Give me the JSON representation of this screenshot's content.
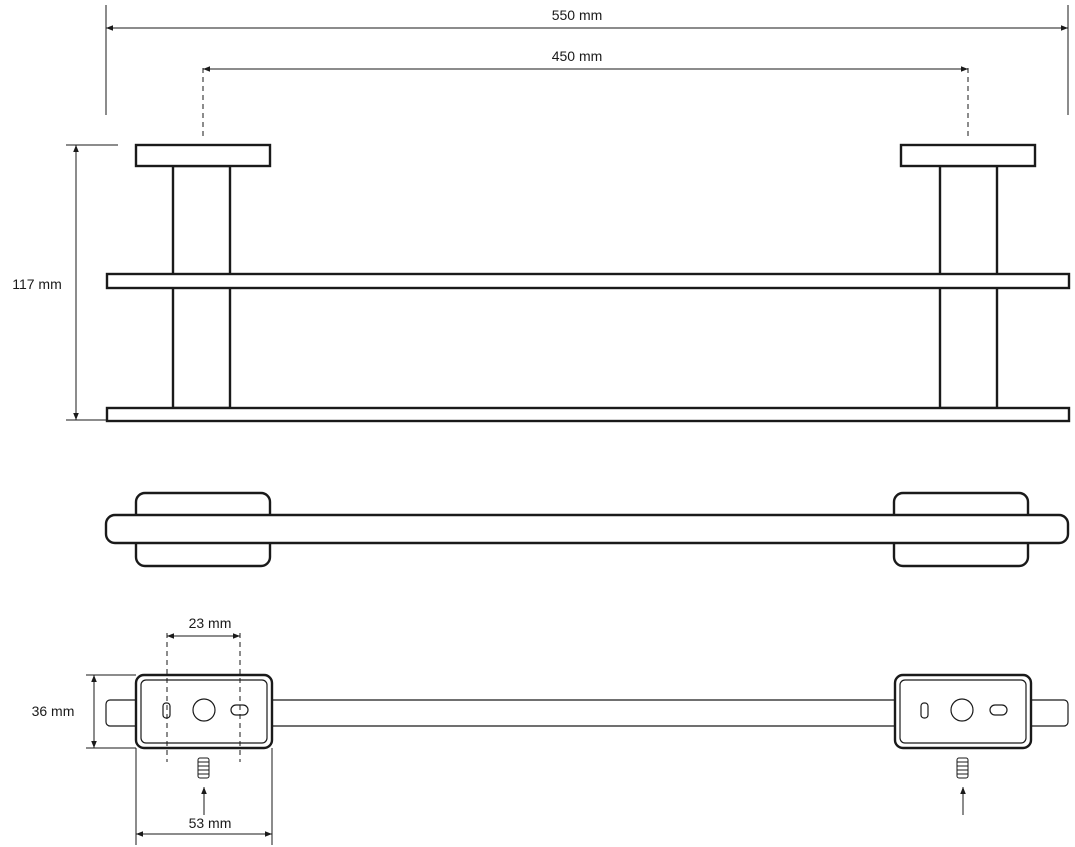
{
  "dimensions": {
    "overall_width": "550 mm",
    "mount_spacing": "450 mm",
    "depth": "117 mm",
    "plate_height": "36 mm",
    "hole_spacing": "23 mm",
    "plate_width": "53 mm"
  },
  "colors": {
    "line": "#1a1a1a",
    "background": "#ffffff"
  }
}
